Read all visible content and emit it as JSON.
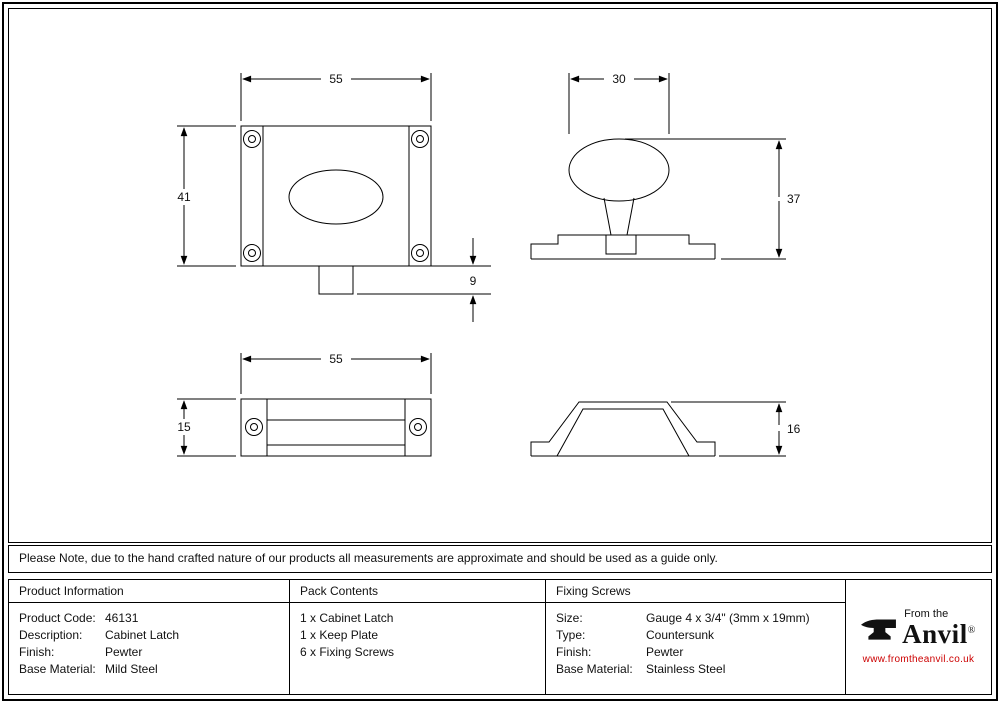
{
  "note": "Please Note, due to the hand crafted nature of our products all measurements are approximate and should be used as a guide only.",
  "drawings": {
    "front_view": {
      "width_label": "55",
      "height_label": "41",
      "tab_label": "9"
    },
    "side_view": {
      "width_label": "30",
      "height_label": "37"
    },
    "keep_plate_front": {
      "width_label": "55",
      "height_label": "15"
    },
    "keep_plate_side": {
      "height_label": "16"
    }
  },
  "table": {
    "product_information": {
      "header": "Product Information",
      "rows": [
        {
          "label": "Product Code:",
          "value": "46131"
        },
        {
          "label": "Description:",
          "value": "Cabinet Latch"
        },
        {
          "label": "Finish:",
          "value": "Pewter"
        },
        {
          "label": "Base Material:",
          "value": "Mild Steel"
        }
      ]
    },
    "pack_contents": {
      "header": "Pack Contents",
      "items": [
        "1 x Cabinet Latch",
        "1 x Keep Plate",
        "6 x Fixing Screws"
      ]
    },
    "fixing_screws": {
      "header": "Fixing Screws",
      "rows": [
        {
          "label": "Size:",
          "value": "Gauge 4 x 3/4\" (3mm x 19mm)"
        },
        {
          "label": "Type:",
          "value": "Countersunk"
        },
        {
          "label": "Finish:",
          "value": "Pewter"
        },
        {
          "label": "Base Material:",
          "value": "Stainless Steel"
        }
      ]
    }
  },
  "logo": {
    "tagline": "From the",
    "brand": "Anvil",
    "registered": "®",
    "url": "www.fromtheanvil.co.uk",
    "url_color": "#cc0000"
  }
}
